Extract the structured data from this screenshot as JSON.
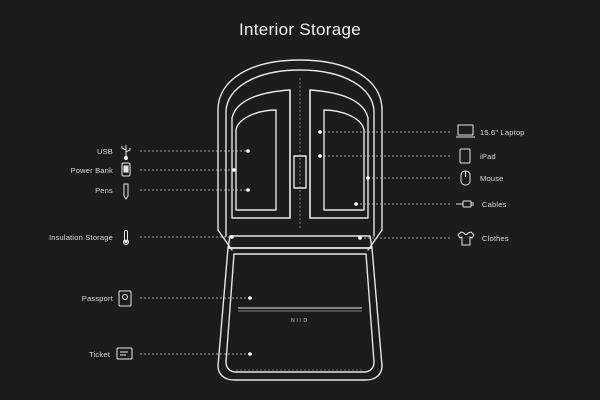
{
  "title": "Interior Storage",
  "brand_mark": "NIID",
  "left_items": [
    {
      "label": "USB",
      "icon": "usb-icon"
    },
    {
      "label": "Power Bank",
      "icon": "power-bank-icon"
    },
    {
      "label": "Pens",
      "icon": "pen-icon"
    },
    {
      "label": "Insulation Storage",
      "icon": "thermometer-icon"
    },
    {
      "label": "Passport",
      "icon": "passport-icon"
    },
    {
      "label": "Ticket",
      "icon": "ticket-icon"
    }
  ],
  "right_items": [
    {
      "label": "15.6\" Laptop",
      "icon": "laptop-icon"
    },
    {
      "label": "iPad",
      "icon": "tablet-icon"
    },
    {
      "label": "Mouse",
      "icon": "mouse-icon"
    },
    {
      "label": "Cables",
      "icon": "cable-icon"
    },
    {
      "label": "Clothes",
      "icon": "shirt-icon"
    }
  ],
  "colors": {
    "background": "#1c1c1c",
    "line": "#e6e6e6",
    "text": "#dcdcdc"
  }
}
